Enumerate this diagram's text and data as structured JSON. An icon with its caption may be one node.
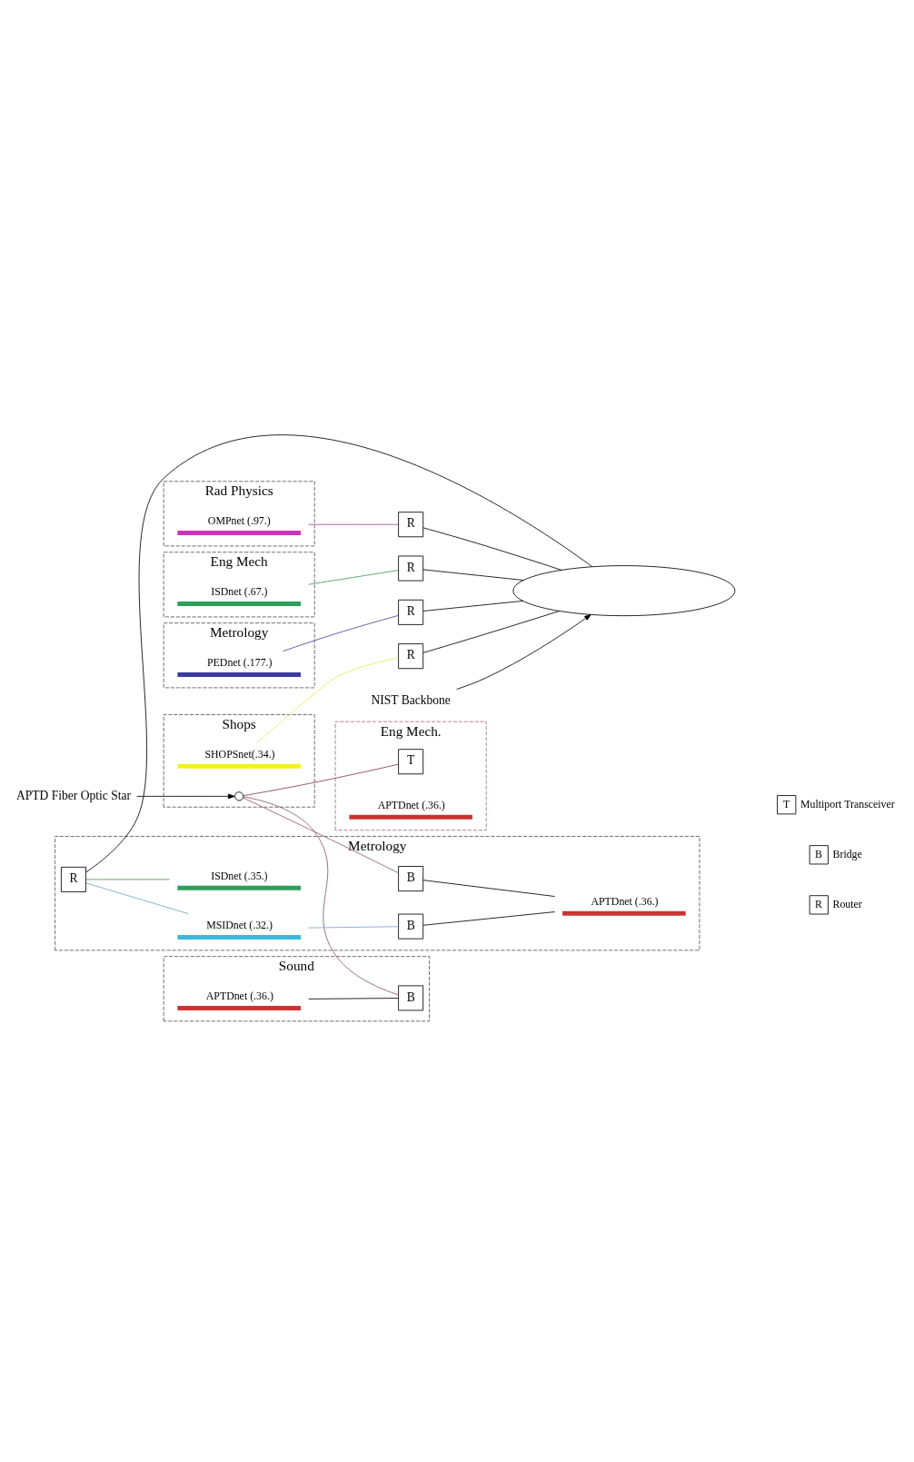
{
  "diagram": {
    "nodes": [
      {
        "text": [
          "Rad Physics"
        ]
      },
      {
        "text": [
          "OMPnet (.97.)"
        ],
        "in": 0
      },
      {
        "text": [
          "R"
        ]
      },
      {
        "text": [
          "Eng Mech"
        ]
      },
      {
        "text": [
          "ISDnet (.67.)"
        ],
        "in": 3
      },
      {
        "text": [
          "R"
        ]
      },
      {
        "text": [
          "Metrology"
        ]
      },
      {
        "text": [
          "PEDnet (.177.)"
        ],
        "in": 6
      },
      {
        "text": [
          "R"
        ]
      },
      {
        "text": [],
        "shape": "ellipse"
      },
      {
        "text": [
          "NIST Backbone"
        ]
      },
      {
        "text": [
          "R"
        ]
      },
      {
        "text": [
          "Shops"
        ]
      },
      {
        "text": [
          "SHOPSnet(.34.)"
        ],
        "in": 12
      },
      {
        "text": [
          "Metrology"
        ]
      },
      {
        "text": [
          "R"
        ],
        "in": 14
      },
      {
        "text": [
          "MSIDnet (.32.)"
        ],
        "in": 14
      },
      {
        "text": [
          "ISDnet (.35.)"
        ],
        "in": 14
      },
      {
        "text": [
          "B"
        ],
        "in": 14
      },
      {
        "text": [
          "B"
        ],
        "in": 14
      },
      {
        "text": [
          "APTDnet (.36.)"
        ],
        "in": 14
      },
      {
        "text": [
          "Sound"
        ]
      },
      {
        "text": [
          "APTDnet (.36.)"
        ],
        "in": 21
      },
      {
        "text": [
          "B"
        ],
        "in": 21
      },
      {
        "text": [],
        "shape": "circle",
        "in": 12
      },
      {
        "text": [
          "Eng Mech."
        ]
      },
      {
        "text": [
          "T"
        ],
        "in": 25
      },
      {
        "text": [
          "APTDnet (.36.)"
        ],
        "in": 25
      },
      {
        "text": [
          "APTD Fiber Optic Star"
        ]
      }
    ],
    "edges": [
      {
        "from": 1,
        "to": 2,
        "arrow": "none",
        "color": "#a0508a"
      },
      {
        "from": 2,
        "to": 9,
        "arrow": "none"
      },
      {
        "from": 4,
        "to": 5,
        "arrow": "none",
        "color": "#3a9a5a"
      },
      {
        "from": 5,
        "to": 9,
        "arrow": "none"
      },
      {
        "from": 7,
        "to": 8,
        "arrow": "none",
        "color": "#4a4a9a"
      },
      {
        "from": 8,
        "to": 9,
        "arrow": "none"
      },
      {
        "from": 10,
        "to": 9,
        "arrow": "to"
      },
      {
        "from": 13,
        "to": 11,
        "arrow": "none",
        "color": "#e8e860"
      },
      {
        "from": 11,
        "to": 9,
        "arrow": "none"
      },
      {
        "from": 15,
        "to": 9,
        "arrow": "none"
      },
      {
        "from": 15,
        "to": 16,
        "arrow": "none",
        "color": "#6aaab8"
      },
      {
        "from": 15,
        "to": 17,
        "arrow": "none",
        "color": "#5a8a5a"
      },
      {
        "from": 16,
        "to": 18,
        "arrow": "none",
        "color": "#7aa0d8"
      },
      {
        "from": 18,
        "to": 20,
        "arrow": "none"
      },
      {
        "from": 19,
        "to": 20,
        "arrow": "none"
      },
      {
        "from": 24,
        "to": 19,
        "arrow": "none",
        "color": "#8a5a60"
      },
      {
        "from": 24,
        "to": 23,
        "arrow": "none",
        "color": "#8a5a60"
      },
      {
        "from": 24,
        "to": 26,
        "arrow": "none",
        "color": "#8a3a4a"
      },
      {
        "from": 22,
        "to": 23,
        "arrow": "none"
      },
      {
        "from": 28,
        "to": 24,
        "arrow": "to"
      }
    ],
    "labels": [
      "T",
      "B",
      "R"
    ],
    "legend": [
      {
        "text": "Multiport Transceiver"
      },
      {
        "text": "Bridge"
      },
      {
        "text": "Router"
      }
    ]
  }
}
